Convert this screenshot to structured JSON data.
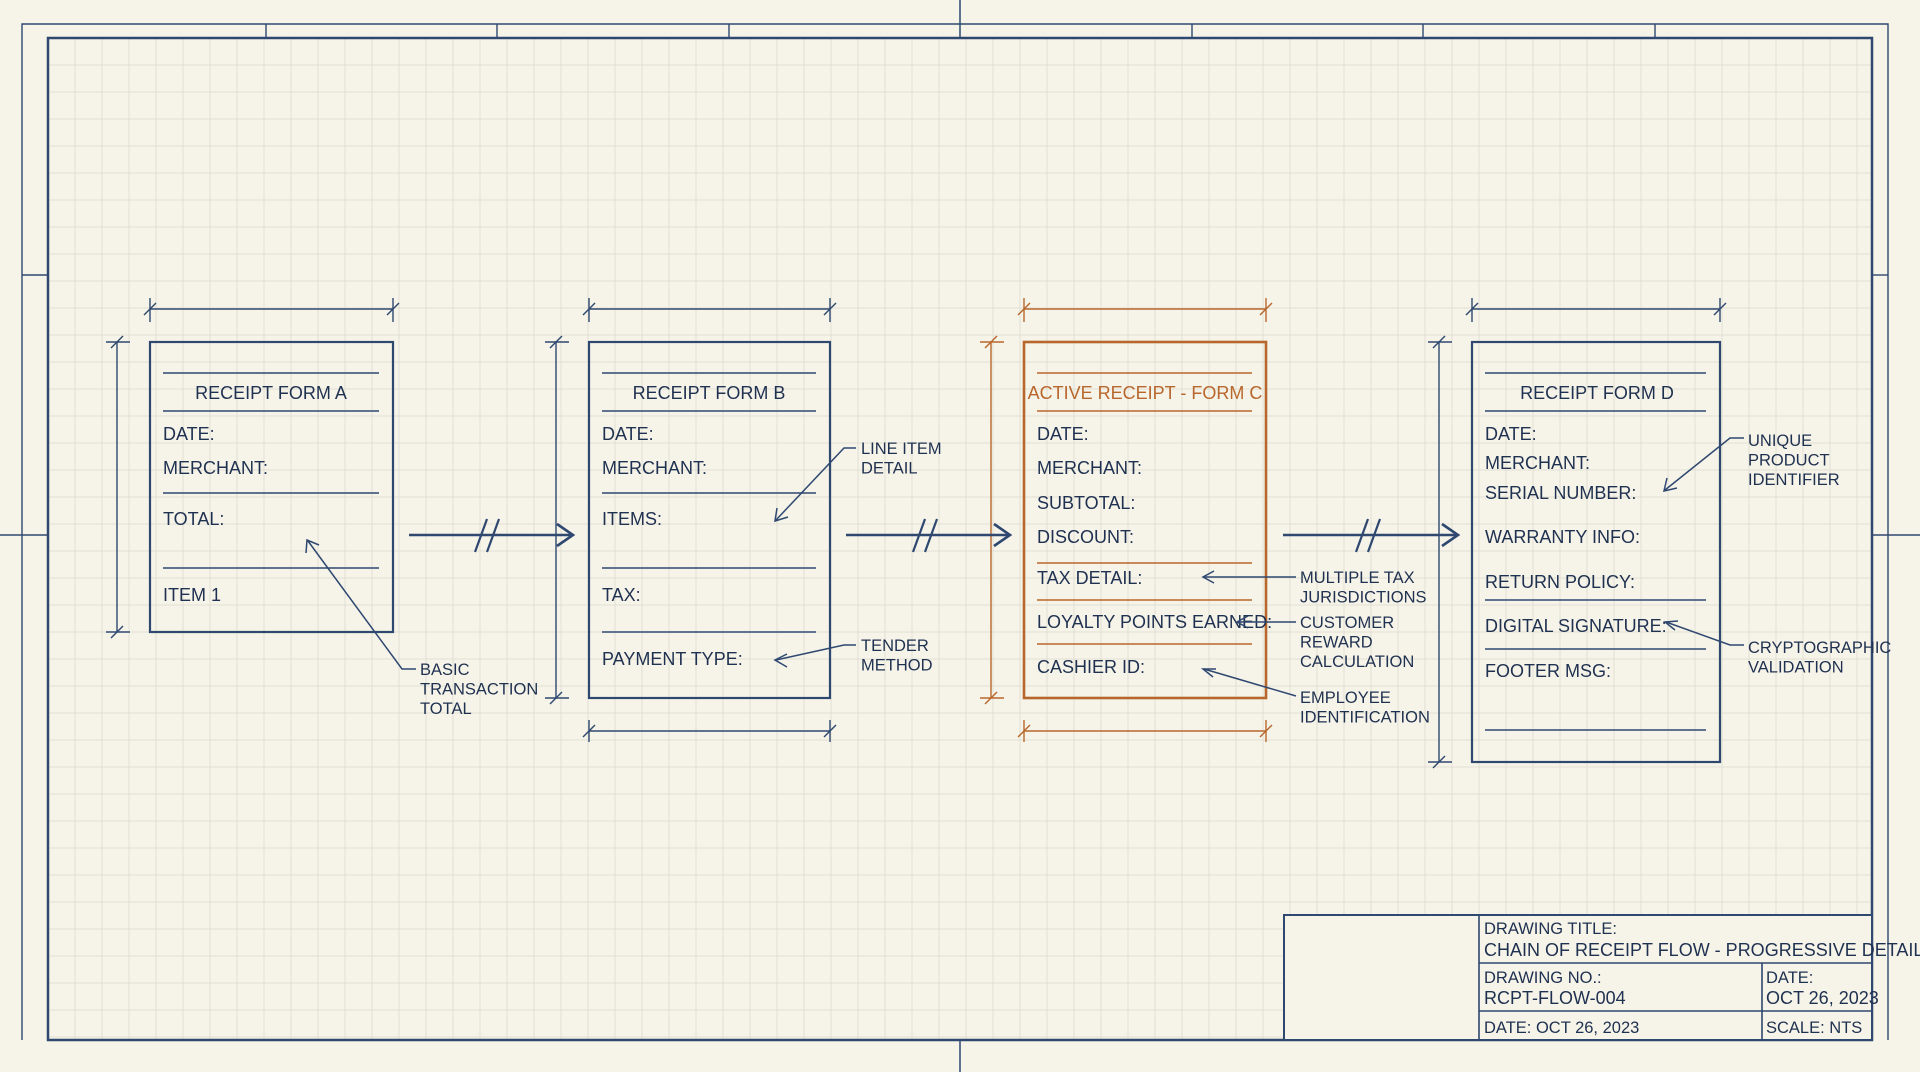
{
  "colors": {
    "paper": "#f6f3e9",
    "grid": "#e1dfd3",
    "ink": "#2f4870",
    "text": "#1f3150",
    "highlight": "#b8672c"
  },
  "forms": [
    {
      "title": "RECEIPT FORM A",
      "active": false,
      "fields": [
        "DATE:",
        "MERCHANT:",
        "TOTAL:",
        "ITEM 1"
      ]
    },
    {
      "title": "RECEIPT FORM B",
      "active": false,
      "fields": [
        "DATE:",
        "MERCHANT:",
        "ITEMS:",
        "TAX:",
        "PAYMENT TYPE:"
      ]
    },
    {
      "title": "ACTIVE RECEIPT - FORM C",
      "active": true,
      "fields": [
        "DATE:",
        "MERCHANT:",
        "SUBTOTAL:",
        "DISCOUNT:",
        "TAX DETAIL:",
        "LOYALTY POINTS EARNED:",
        "CASHIER ID:"
      ]
    },
    {
      "title": "RECEIPT FORM D",
      "active": false,
      "fields": [
        "DATE:",
        "MERCHANT:",
        "SERIAL NUMBER:",
        "WARRANTY INFO:",
        "RETURN POLICY:",
        "DIGITAL SIGNATURE:",
        "FOOTER MSG:"
      ]
    }
  ],
  "annotations": [
    {
      "lines": [
        "BASIC",
        "TRANSACTION",
        "TOTAL"
      ]
    },
    {
      "lines": [
        "LINE ITEM",
        "DETAIL"
      ]
    },
    {
      "lines": [
        "TENDER",
        "METHOD"
      ]
    },
    {
      "lines": [
        "MULTIPLE TAX",
        "JURISDICTIONS"
      ]
    },
    {
      "lines": [
        "CUSTOMER",
        "REWARD",
        "CALCULATION"
      ]
    },
    {
      "lines": [
        "EMPLOYEE",
        "IDENTIFICATION"
      ]
    },
    {
      "lines": [
        "UNIQUE",
        "PRODUCT",
        "IDENTIFIER"
      ]
    },
    {
      "lines": [
        "CRYPTOGRAPHIC",
        "VALIDATION"
      ]
    }
  ],
  "title_block": {
    "drawing_title_label": "DRAWING TITLE:",
    "drawing_title": "CHAIN OF RECEIPT FLOW - PROGRESSIVE DETAIL",
    "drawing_no_label": "DRAWING NO.:",
    "drawing_no": "RCPT-FLOW-004",
    "date_label": "DATE:",
    "date": "OCT 26, 2023",
    "date_footer": "DATE: OCT 26, 2023",
    "scale": "SCALE: NTS"
  }
}
